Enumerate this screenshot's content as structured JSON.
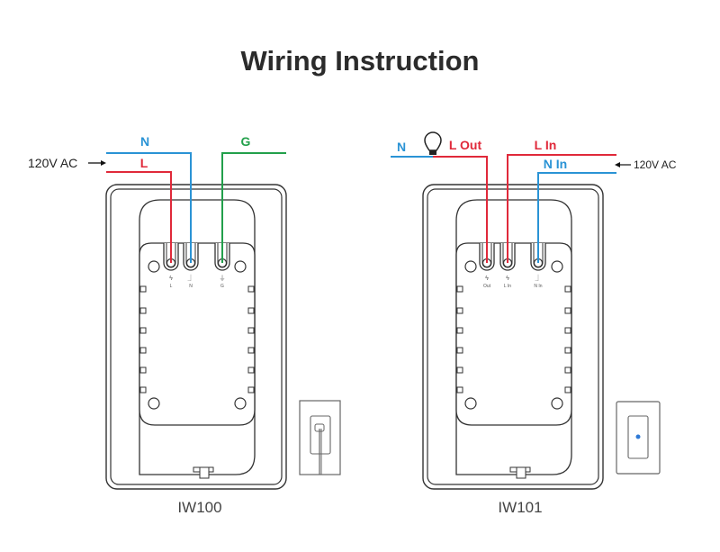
{
  "title": "Wiring Instruction",
  "colors": {
    "live": "#e0293a",
    "neutral": "#2a93d5",
    "ground": "#22a04b",
    "outline": "#333333",
    "indicator": "#2f7ad6"
  },
  "panels": [
    {
      "model": "IW100",
      "source_label": "120V AC",
      "wires": [
        {
          "id": "N",
          "label": "N",
          "type": "neutral"
        },
        {
          "id": "L",
          "label": "L",
          "type": "live"
        },
        {
          "id": "G",
          "label": "G",
          "type": "ground"
        }
      ],
      "terminals": [
        {
          "label": "L",
          "symbol": "ϟ",
          "wire": "live"
        },
        {
          "label": "N",
          "symbol": "⏌",
          "wire": "neutral"
        },
        {
          "label": "G",
          "symbol": "⏚",
          "wire": "ground"
        }
      ],
      "wallplate": "toggle"
    },
    {
      "model": "IW101",
      "source_label": "120V AC",
      "load_icon": "lightbulb-icon",
      "wires": [
        {
          "id": "N",
          "label": "N",
          "type": "neutral"
        },
        {
          "id": "LOut",
          "label": "L Out",
          "type": "live"
        },
        {
          "id": "LIn",
          "label": "L In",
          "type": "live"
        },
        {
          "id": "NIn",
          "label": "N In",
          "type": "neutral"
        }
      ],
      "terminals": [
        {
          "label": "Out",
          "symbol": "ϟ",
          "wire": "live"
        },
        {
          "label": "L In",
          "symbol": "ϟ",
          "wire": "live"
        },
        {
          "label": "N In",
          "symbol": "⏌",
          "wire": "neutral"
        }
      ],
      "wallplate": "button"
    }
  ]
}
